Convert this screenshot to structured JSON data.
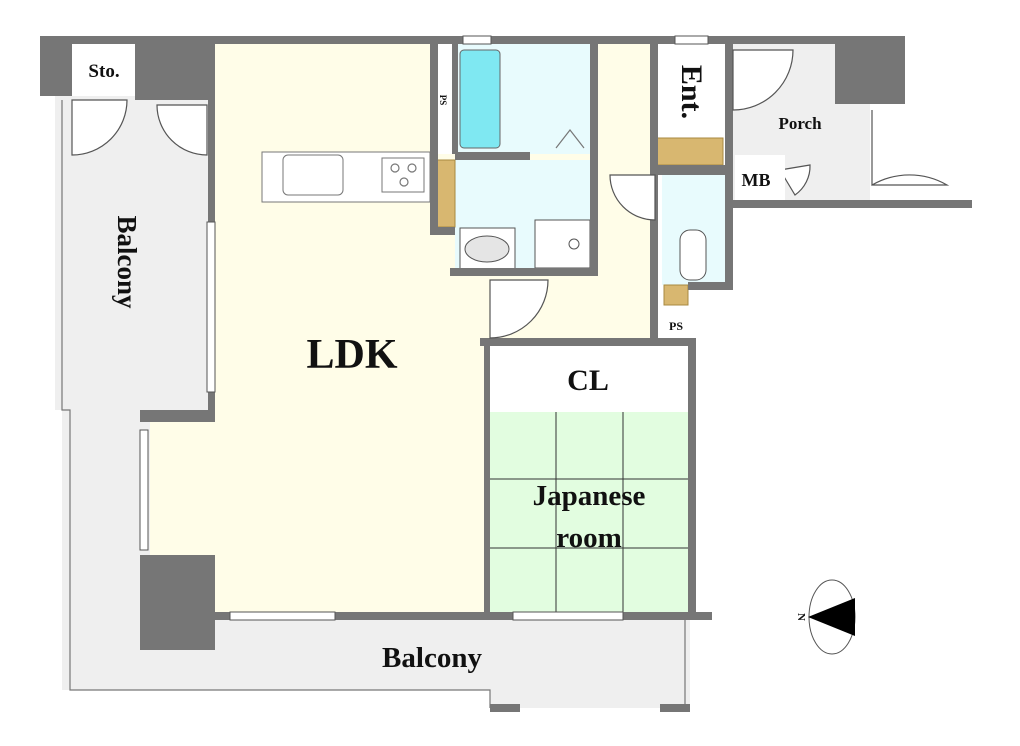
{
  "plan": {
    "rooms": {
      "storage": "Sto.",
      "balcony_side": "Balcony",
      "ldk": "LDK",
      "pipe_space_1": "PS",
      "pipe_space_2": "PS",
      "entrance": "Ent.",
      "porch": "Porch",
      "meter_box": "MB",
      "closet": "CL",
      "japanese_room_lines": [
        "Japanese",
        "room"
      ],
      "balcony_main": "Balcony"
    },
    "compass": {
      "label": "N",
      "icon": "north-arrow-icon"
    },
    "colors": {
      "wall": "#767676",
      "ldk": "#fffde8",
      "wet_area": "#e8fbfd",
      "bathtub": "#7fe8f2",
      "tatami": "#e2fde0",
      "balcony": "#efefef",
      "wood": "#d8b770"
    }
  }
}
